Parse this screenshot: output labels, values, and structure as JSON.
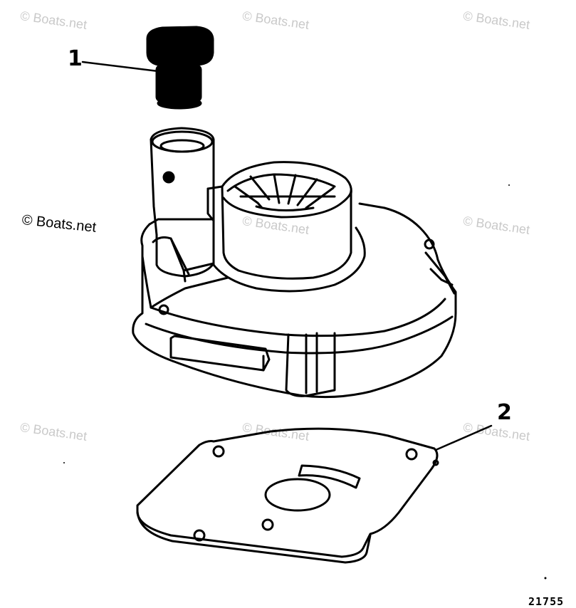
{
  "watermark": "© Boats.net",
  "copyright_label": "© Boats.net",
  "callouts": [
    {
      "number": "1"
    },
    {
      "number": "2"
    }
  ],
  "diagram_number": "21755",
  "colors": {
    "line": "#000000",
    "background": "#ffffff",
    "watermark": "#c9c9c9"
  }
}
